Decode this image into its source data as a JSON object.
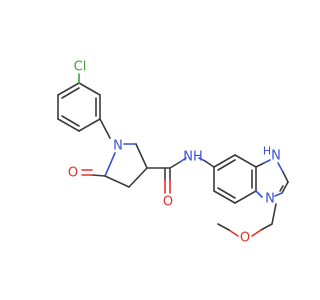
{
  "colors": {
    "carbon": "#3a3a3a",
    "nitrogen": "#3a52d8",
    "oxygen": "#e8302a",
    "chlorine": "#3aa33a"
  },
  "atoms": {
    "cl": "Cl",
    "n_ring": "N",
    "o_lactam": "O",
    "o_amide": "O",
    "nh_amide": "NH",
    "n_imidazole": "N",
    "nh_imidazole": "H",
    "nh_imidazole_n": "N",
    "o_ether": "O"
  }
}
